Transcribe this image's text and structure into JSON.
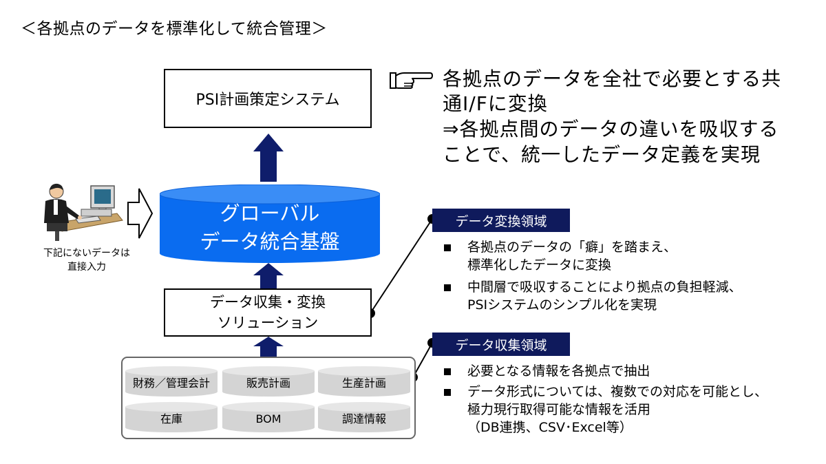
{
  "title": "＜各拠点のデータを標準化して統合管理＞",
  "psi_system": "PSI計画策定システム",
  "platform": {
    "line1": "グローバル",
    "line2": "データ統合基盤",
    "fill_color": "#0a6cf0"
  },
  "collection_solution": {
    "line1": "データ収集・変換",
    "line2": "ソリューション"
  },
  "manual_input": {
    "icon": "person-at-computer-icon",
    "line1": "下記にないデータは",
    "line2": "直接入力"
  },
  "statement": {
    "icon": "pointing-hand-icon",
    "lines": [
      "各拠点のデータを全社で必要とする共",
      "通I/Fに変換",
      "⇒各拠点間のデータの違いを吸収する",
      "ことで、統一したデータ定義を実現"
    ]
  },
  "transform_domain": {
    "label": "データ変換領域",
    "bullets": [
      [
        "各拠点のデータの「癖」を踏まえ、",
        "標準化したデータに変換"
      ],
      [
        "中間層で吸収することにより拠点の負担軽減、",
        "PSIシステムのシンプル化を実現"
      ]
    ]
  },
  "collection_domain": {
    "label": "データ収集領域",
    "bullets": [
      [
        "必要となる情報を各拠点で抽出"
      ],
      [
        "データ形式については、複数での対応を可能とし、",
        "極力現行取得可能な情報を活用",
        "（DB連携、CSV･Excel等）"
      ]
    ]
  },
  "data_sources": [
    "財務／管理会計",
    "販売計画",
    "生産計画",
    "在庫",
    "BOM",
    "調達情報"
  ],
  "colors": {
    "navy": "#0f1a5c",
    "arrow_navy": "#0f1d6b",
    "blue": "#0a6cf0",
    "db_gray": "#d4d4d4"
  }
}
